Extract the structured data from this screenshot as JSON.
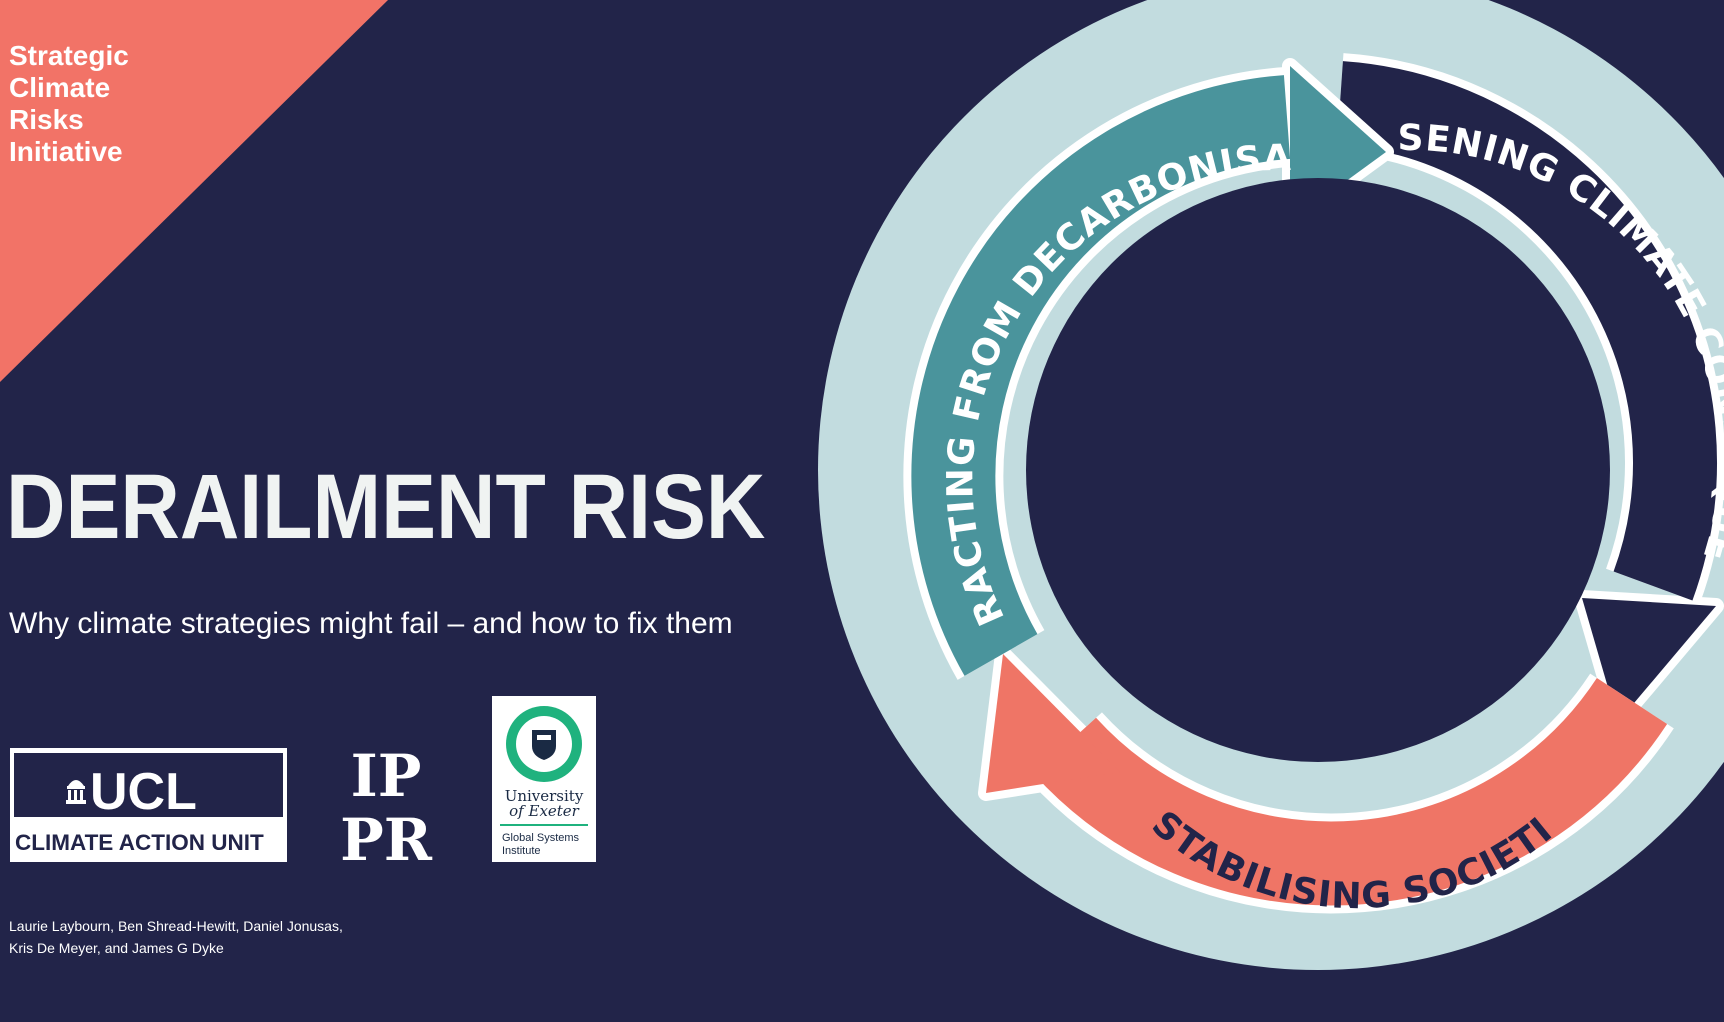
{
  "brand": {
    "lines": [
      "Strategic",
      "Climate",
      "Risks",
      "Initiative"
    ]
  },
  "title": "DERAILMENT RISK",
  "subtitle": "Why climate strategies might fail – and how to fix them",
  "authors": [
    "Laurie Laybourn, Ben Shread-Hewitt, Daniel Jonusas,",
    "Kris De Meyer, and James G Dyke"
  ],
  "logos": {
    "ucl": {
      "wordmark": "UCL",
      "unit": "CLIMATE ACTION UNIT"
    },
    "ippr": {
      "line1": "IP",
      "line2": "PR"
    },
    "exeter": {
      "line1": "University",
      "line2": "of Exeter",
      "line3": "Global Systems",
      "line4": "Institute"
    }
  },
  "cycle": {
    "steps": [
      {
        "label": "DISTRACTING FROM DECARBONISATION",
        "color": "#4a949c"
      },
      {
        "label": "WORSENING CLIMATE CONSEQUENCES",
        "color": "#222449"
      },
      {
        "label": "DESTABILISING SOCIETIES",
        "color": "#ef7566"
      }
    ]
  },
  "colors": {
    "background": "#222449",
    "accent": "#f27367",
    "circle": "#c2dcdf",
    "text": "#ffffff"
  }
}
